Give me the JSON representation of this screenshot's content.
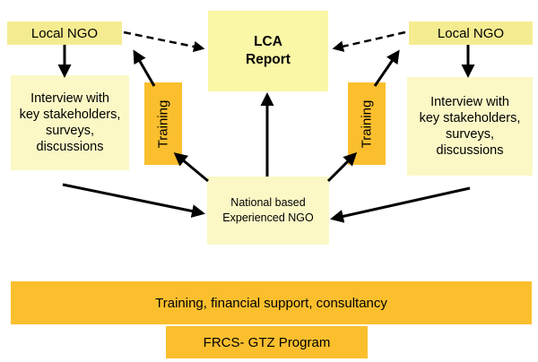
{
  "diagram": {
    "left_local_ngo": "Local NGO",
    "right_local_ngo": "Local NGO",
    "lca_report_line1": "LCA",
    "lca_report_line2": "Report",
    "left_interview": [
      "Interview with",
      "key stakeholders,",
      "surveys,",
      "discussions"
    ],
    "right_interview": [
      "Interview with",
      "key stakeholders,",
      "surveys,",
      "discussions"
    ],
    "left_training": "Training",
    "right_training": "Training",
    "national_ngo_line1": "National based",
    "national_ngo_line2": "Experienced NGO",
    "support_bar": "Training, financial support, consultancy",
    "program": "FRCS- GTZ Program"
  }
}
